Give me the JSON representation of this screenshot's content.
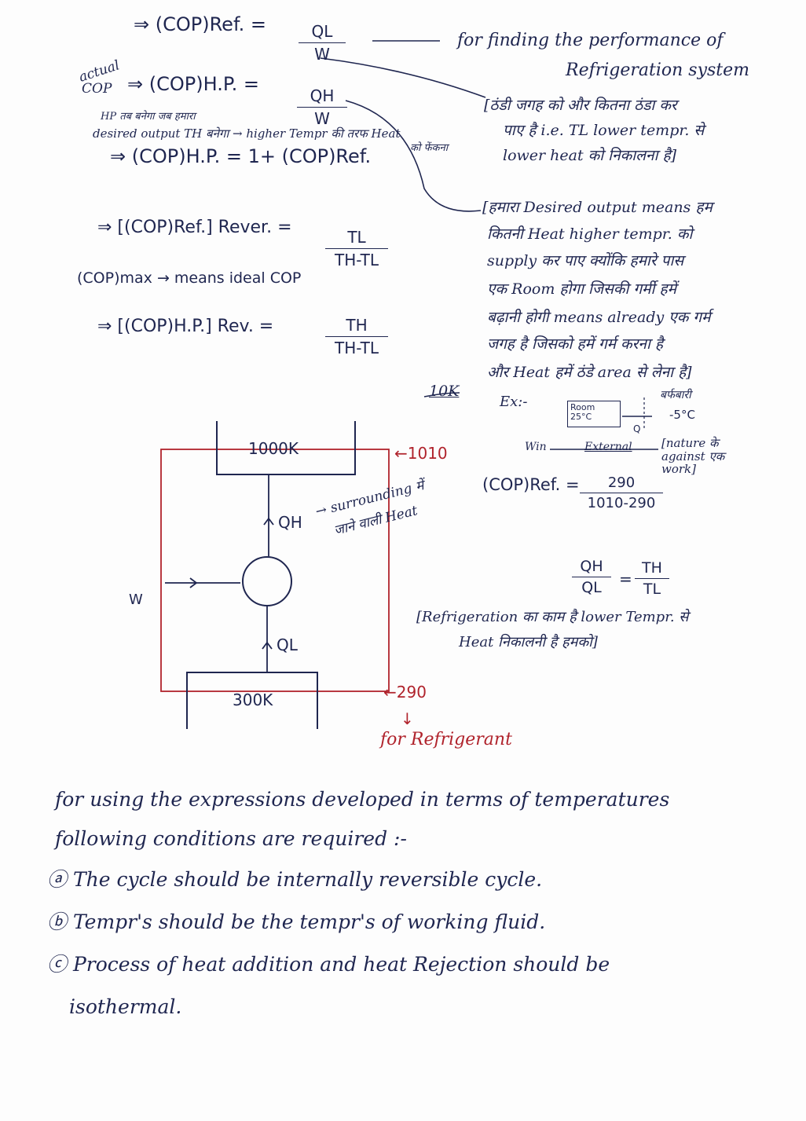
{
  "eq1": {
    "lhs": "⇒  (COP)Ref. =",
    "num": "QL",
    "den": "W",
    "note1": "for finding the performance of",
    "note2": "Refrigeration system"
  },
  "eq2": {
    "aside1": "actual",
    "aside2": "COP",
    "lhs": "⇒  (COP)H.P.  =",
    "num": "QH",
    "den": "W"
  },
  "hp_note1": "HP तब बनेगा जब हमारा",
  "hp_note2": "desired output  TH बनेगा → higher Tempr की तरफ Heat",
  "hp_note3": "को फेंकना",
  "ref_bracket": [
    "[ठंडी जगह को और कितना ठंडा कर",
    "पाए है i.e. TL lower tempr. से",
    "lower heat को निकालना है]"
  ],
  "eq3": "⇒  (COP)H.P.  =  1+ (COP)Ref.",
  "eq4": {
    "lhs": "⇒  [(COP)Ref.] Rever.  =",
    "num": "TL",
    "den": "TH-TL"
  },
  "copmax": "(COP)max → means ideal COP",
  "eq5": {
    "lhs": "⇒  [(COP)H.P.] Rev.  =",
    "num": "TH",
    "den": "TH-TL"
  },
  "hp_bracket": [
    "[हमारा Desired output means हम",
    "कितनी Heat higher tempr. को",
    "supply कर पाए क्योंकि हमारे पास",
    "एक Room होगा जिसकी गर्मी हमें",
    "बढ़ानी होगी means already एक गर्म",
    "जगह है जिसको हमें गर्म करना है",
    "और Heat हमें ठंडे area से लेना है]"
  ],
  "tenk": "10K",
  "example": {
    "label": "Ex:-",
    "room": "Room",
    "room_temp": "25°C",
    "outside": "बर्फबारी",
    "outside_temp": "-5°C",
    "q": "Q",
    "win": "Win",
    "external": "External",
    "nature": "[nature के against एक work]"
  },
  "cop_calc": {
    "lhs": "(COP)Ref.  =",
    "num": "290",
    "den": "1010-290"
  },
  "ratio": {
    "n1": "QH",
    "d1": "QL",
    "eq": "=",
    "n2": "TH",
    "d2": "TL"
  },
  "ref_note": [
    "[Refrigeration का काम है lower Tempr. से",
    "Heat निकालनी है हमको]"
  ],
  "diagram": {
    "hot": "1000K",
    "cold": "300K",
    "w": "W",
    "qh": "QH",
    "ql": "QL",
    "qh_note1": "→ surrounding में",
    "qh_note2": "जाने वाली Heat",
    "hot_red": "←1010",
    "cold_red": "←290",
    "arrow_down": "↓",
    "for_ref": "for Refrigerant"
  },
  "bottom": {
    "l1": "for using   the   expressions   developed   in  terms  of  temperatures",
    "l2": "following   conditions  are  required :-",
    "a": "ⓐ The  cycle  should  be  internally  reversible  cycle.",
    "b": "ⓑ Tempr's  should  be  the  tempr's  of  working  fluid.",
    "c": "ⓒ Process  of  heat  addition  and  heat  Rejection  should  be",
    "c2": "isothermal."
  }
}
